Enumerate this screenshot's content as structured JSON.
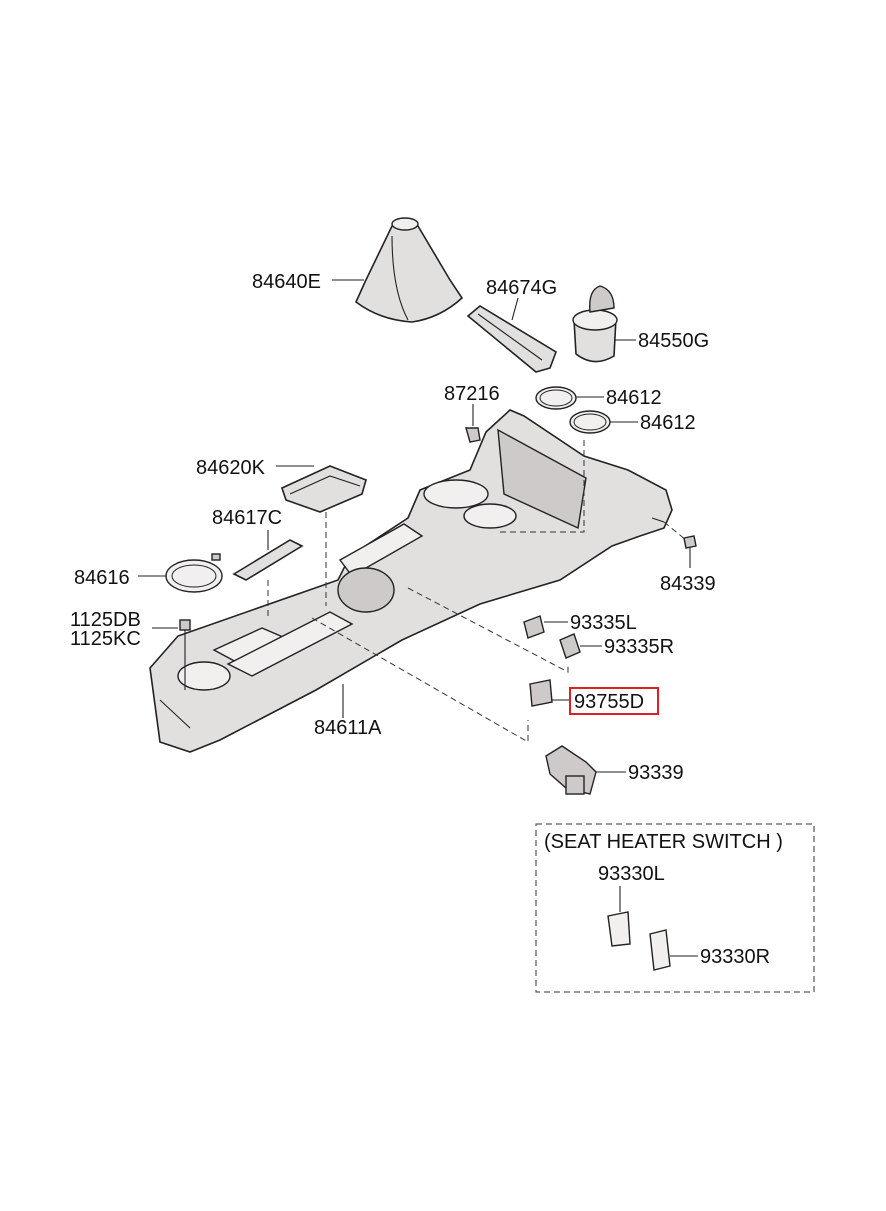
{
  "labels": {
    "shift_boot": "84640E",
    "mat": "84674G",
    "ashtray": "84550G",
    "ring_top": "84612",
    "ring_bottom": "84612",
    "clip": "87216",
    "armrest_cover": "84620K",
    "pad": "84617C",
    "ring_left": "84616",
    "bolt_a": "1125DB",
    "bolt_b": "1125KC",
    "nut": "84339",
    "switch_l": "93335L",
    "switch_r": "93335R",
    "switch_highlighted": "93755D",
    "console": "84611A",
    "harness": "93339",
    "heater_l": "93330L",
    "heater_r": "93330R"
  },
  "seat_heater_box": {
    "title": "(SEAT HEATER SWITCH )"
  },
  "highlighted_part": "93755D",
  "highlight_color": "#e02020"
}
